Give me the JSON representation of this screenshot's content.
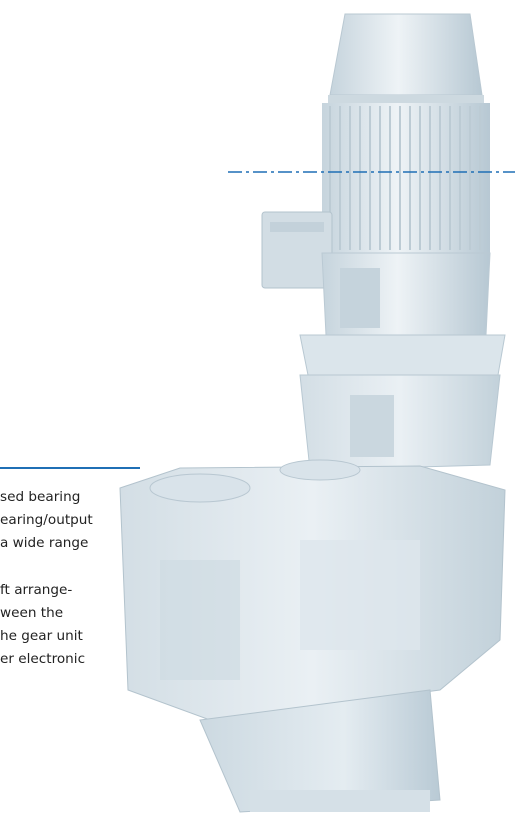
{
  "colors": {
    "accent_line": "#1f6fb5",
    "machine_light": "#dfe8ee",
    "machine_mid": "#c9d6de",
    "machine_shadow": "#a9bcc8",
    "text": "#222222"
  },
  "text_block": {
    "paragraph_1": [
      "sed bearing",
      "earing/output",
      "a wide range"
    ],
    "paragraph_2": [
      "ft arrange-",
      "ween the",
      "he gear unit",
      "er electronic"
    ]
  }
}
